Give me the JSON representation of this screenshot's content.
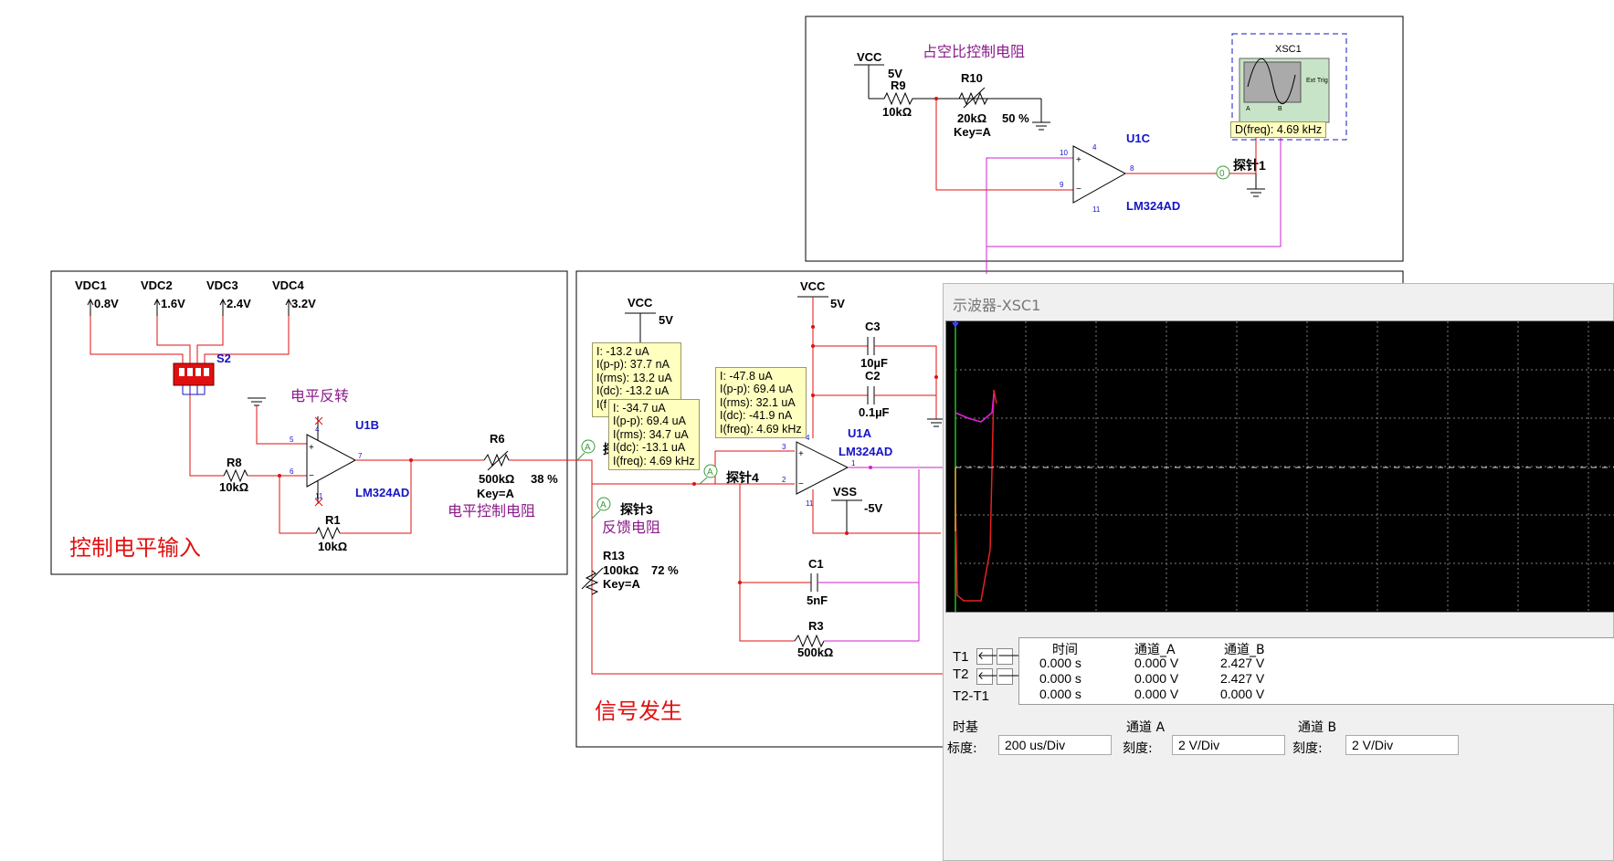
{
  "schematic": {
    "top_block": {
      "vcc": "VCC",
      "vcc_val": "5V",
      "r9": "R9",
      "r9_val": "10kΩ",
      "r10": "R10",
      "r10_val": "20kΩ",
      "r10_key": "Key=A",
      "r10_pct": "50 %",
      "title": "占空比控制电阻",
      "u1c": "U1C",
      "u1c_part": "LM324AD",
      "pin10": "10",
      "pin9": "9",
      "pin8": "8",
      "pin4": "4",
      "pin11": "11",
      "probe1": "探针1",
      "probe1_marker": "0",
      "xsc1": "XSC1",
      "ext_trig": "Ext Trig",
      "ch_a": "A",
      "ch_b": "B",
      "freq_tip": "D(freq): 4.69 kHz"
    },
    "left_block": {
      "vdc1": "VDC1",
      "vdc1_val": "0.8V",
      "vdc2": "VDC2",
      "vdc2_val": "1.6V",
      "vdc3": "VDC3",
      "vdc3_val": "2.4V",
      "vdc4": "VDC4",
      "vdc4_val": "3.2V",
      "s2": "S2",
      "invert_label": "电平反转",
      "u1b": "U1B",
      "u1b_part": "LM324AD",
      "pin5": "5",
      "pin6": "6",
      "pin7": "7",
      "pin4": "4",
      "pin11": "11",
      "r8": "R8",
      "r8_val": "10kΩ",
      "r1": "R1",
      "r1_val": "10kΩ",
      "title": "控制电平输入"
    },
    "mid_block": {
      "r6": "R6",
      "r6_val": "500kΩ",
      "r6_pct": "38 %",
      "r6_key": "Key=A",
      "level_res": "电平控制电阻",
      "vcc1": "VCC",
      "vcc1_val": "5V",
      "vcc2": "VCC",
      "vcc2_val": "5V",
      "probe_marker": "A",
      "probe3": "探针3",
      "probe4": "探针4",
      "probe2_partial": "探",
      "feedback_res": "反馈电阻",
      "r13": "R13",
      "r13_val": "100kΩ",
      "r13_pct": "72 %",
      "r13_key": "Key=A",
      "c3": "C3",
      "c3_val": "10µF",
      "c2": "C2",
      "c2_val": "0.1µF",
      "u1a": "U1A",
      "u1a_part": "LM324AD",
      "pin3": "3",
      "pin2": "2",
      "pin1": "1",
      "pin4": "4",
      "pin11": "11",
      "vss": "VSS",
      "vss_val": "-5V",
      "c1": "C1",
      "c1_val": "5nF",
      "r3": "R3",
      "r3_val": "500kΩ",
      "title": "信号发生"
    },
    "tips": {
      "t1": [
        "I: -13.2 uA",
        "I(p-p): 37.7 nA",
        "I(rms): 13.2 uA",
        "I(dc): -13.2 uA",
        "I(f"
      ],
      "t2": [
        "I: -34.7 uA",
        "I(p-p): 69.4 uA",
        "I(rms): 34.7 uA",
        "I(dc): -13.1 uA",
        "I(freq): 4.69 kHz"
      ],
      "t3": [
        "I: -47.8 uA",
        "I(p-p): 69.4 uA",
        "I(rms): 32.1 uA",
        "I(dc): -41.9 nA",
        "I(freq): 4.69 kHz"
      ]
    }
  },
  "oscilloscope": {
    "title": "示波器-XSC1",
    "cursors": {
      "t1": "T1",
      "t2": "T2",
      "t2t1": "T2-T1"
    },
    "arrow_left": "🡐",
    "arrow_right": "🡒",
    "columns": [
      "时间",
      "通道_A",
      "通道_B"
    ],
    "rows": [
      [
        "0.000 s",
        "0.000 V",
        "2.427 V"
      ],
      [
        "0.000 s",
        "0.000 V",
        "2.427 V"
      ],
      [
        "0.000 s",
        "0.000 V",
        "0.000 V"
      ]
    ],
    "timebase": {
      "group": "时基",
      "scale_label": "标度:",
      "scale_value": "200 us/Div"
    },
    "channel_a": {
      "group": "通道 A",
      "scale_label": "刻度:",
      "scale_value": "2  V/Div"
    },
    "channel_b": {
      "group": "通道 B",
      "scale_label": "刻度:",
      "scale_value": "2  V/Div"
    },
    "colors": {
      "trace_a": "#e82020",
      "trace_b": "#e020e0",
      "grid": "#808080",
      "screen": "#000000"
    }
  }
}
